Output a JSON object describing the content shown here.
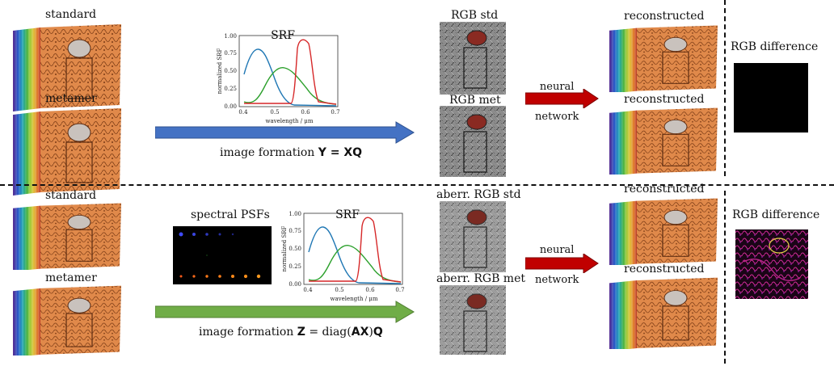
{
  "top": {
    "standard_label": "standard",
    "metamer_label": "metamer",
    "srf_title": "SRF",
    "y_axis_label": "normalized SRF",
    "x_axis_label": "wavelength / μm",
    "x_ticks": [
      "0.4",
      "0.5",
      "0.6",
      "0.7"
    ],
    "y_ticks": [
      "0.00",
      "0.25",
      "0.50",
      "0.75",
      "1.00"
    ],
    "formation_text": "image formation",
    "formation_eq_bold": "Y = XQ",
    "rgb_std_label": "RGB std",
    "rgb_met_label": "RGB met",
    "neural_label": "neural",
    "network_label": "network",
    "recon_label_1": "reconstructed",
    "recon_label_2": "reconstructed",
    "diff_label": "RGB difference"
  },
  "bottom": {
    "standard_label": "standard",
    "metamer_label": "metamer",
    "psf_title": "spectral PSFs",
    "srf_title": "SRF",
    "y_axis_label": "normalized SRF",
    "x_axis_label": "wavelength / μm",
    "x_ticks": [
      "0.4",
      "0.5",
      "0.6",
      "0.7"
    ],
    "y_ticks": [
      "0.00",
      "0.25",
      "0.50",
      "0.75",
      "1.00"
    ],
    "formation_text": "image formation",
    "formation_eq_bold_1": "Z",
    "formation_eq_mid": " = diag(",
    "formation_eq_bold_2": "AX",
    "formation_eq_end": ")",
    "formation_eq_bold_3": "Q",
    "rgb_std_label": "aberr. RGB std",
    "rgb_met_label": "aberr. RGB met",
    "neural_label": "neural",
    "network_label": "network",
    "recon_label_1": "reconstructed",
    "recon_label_2": "reconstructed",
    "diff_label": "RGB difference"
  },
  "colors": {
    "blue_arrow": "#4472c4",
    "green_arrow": "#70ad47",
    "red_arrow": "#c00000",
    "srf_blue": "#1f77b4",
    "srf_green": "#2ca02c",
    "srf_red": "#d62728"
  }
}
